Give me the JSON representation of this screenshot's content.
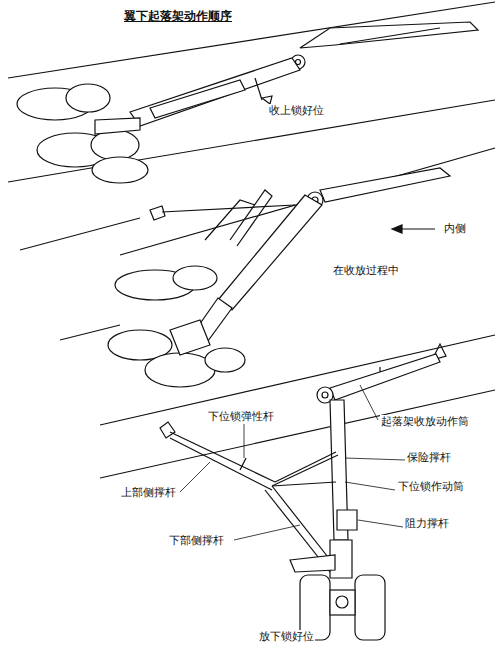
{
  "diagram": {
    "title": "翼下起落架动作顺序",
    "labels": [
      "收上锁好位",
      "内侧",
      "在收放过程中",
      "下位锁弹性杆",
      "起落架收放动作筒",
      "保险撑杆",
      "上部侧撑杆",
      "下位锁作动筒",
      "阻力撑杆",
      "下部侧撑杆",
      "放下锁好位"
    ]
  }
}
